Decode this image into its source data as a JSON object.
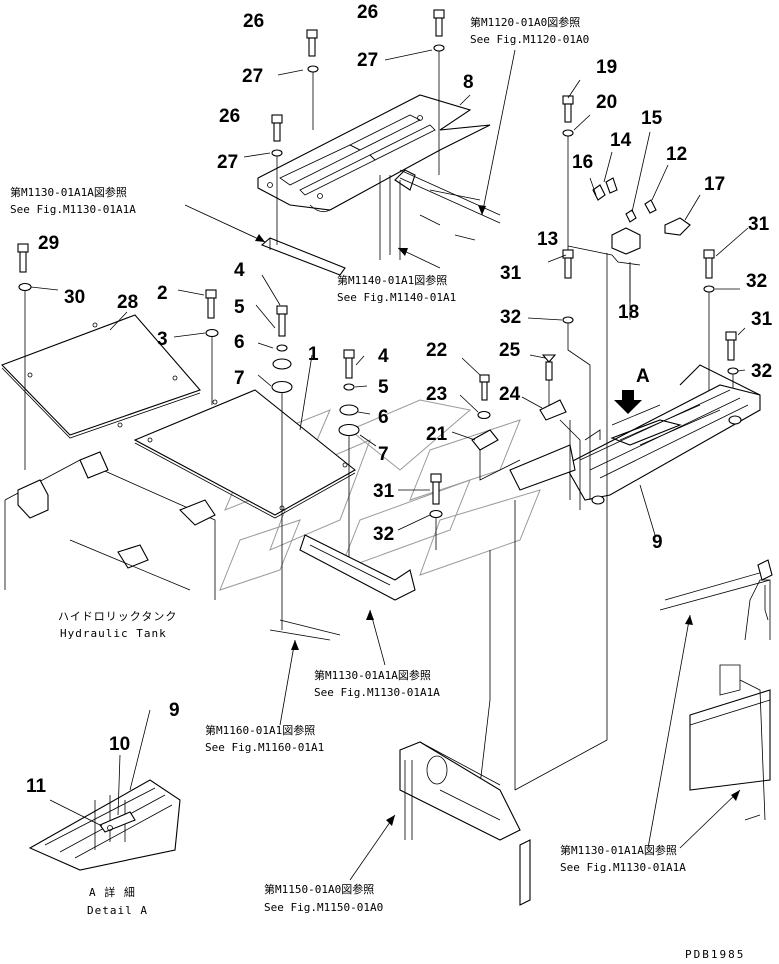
{
  "callouts": [
    {
      "id": "c26a",
      "text": "26"
    },
    {
      "id": "c27a",
      "text": "27"
    },
    {
      "id": "c26b",
      "text": "26"
    },
    {
      "id": "c27b",
      "text": "27"
    },
    {
      "id": "c8",
      "text": "8"
    },
    {
      "id": "c26c",
      "text": "26"
    },
    {
      "id": "c27c",
      "text": "27"
    },
    {
      "id": "c19",
      "text": "19"
    },
    {
      "id": "c20",
      "text": "20"
    },
    {
      "id": "c14",
      "text": "14"
    },
    {
      "id": "c15",
      "text": "15"
    },
    {
      "id": "c16",
      "text": "16"
    },
    {
      "id": "c12",
      "text": "12"
    },
    {
      "id": "c17",
      "text": "17"
    },
    {
      "id": "c13",
      "text": "13"
    },
    {
      "id": "c18",
      "text": "18"
    },
    {
      "id": "c31a",
      "text": "31"
    },
    {
      "id": "c32a",
      "text": "32"
    },
    {
      "id": "c31b",
      "text": "31"
    },
    {
      "id": "c32b",
      "text": "32"
    },
    {
      "id": "c31c",
      "text": "31"
    },
    {
      "id": "c32c",
      "text": "32"
    },
    {
      "id": "c29",
      "text": "29"
    },
    {
      "id": "c30",
      "text": "30"
    },
    {
      "id": "c28",
      "text": "28"
    },
    {
      "id": "c2",
      "text": "2"
    },
    {
      "id": "c3",
      "text": "3"
    },
    {
      "id": "c4a",
      "text": "4"
    },
    {
      "id": "c5a",
      "text": "5"
    },
    {
      "id": "c6a",
      "text": "6"
    },
    {
      "id": "c7a",
      "text": "7"
    },
    {
      "id": "c1",
      "text": "1"
    },
    {
      "id": "c4b",
      "text": "4"
    },
    {
      "id": "c5b",
      "text": "5"
    },
    {
      "id": "c6b",
      "text": "6"
    },
    {
      "id": "c7b",
      "text": "7"
    },
    {
      "id": "c22",
      "text": "22"
    },
    {
      "id": "c25",
      "text": "25"
    },
    {
      "id": "c23",
      "text": "23"
    },
    {
      "id": "c24",
      "text": "24"
    },
    {
      "id": "c21",
      "text": "21"
    },
    {
      "id": "c31d",
      "text": "31"
    },
    {
      "id": "c32d",
      "text": "32"
    },
    {
      "id": "cA",
      "text": "A"
    },
    {
      "id": "c9a",
      "text": "9"
    },
    {
      "id": "c9b",
      "text": "9"
    },
    {
      "id": "c10",
      "text": "10"
    },
    {
      "id": "c11",
      "text": "11"
    }
  ],
  "references": {
    "m1120_jp": "第M1120-01A0図参照",
    "m1120_en": "See Fig.M1120-01A0",
    "m1130_top_jp": "第M1130-01A1A図参照",
    "m1130_top_en": "See Fig.M1130-01A1A",
    "m1140_jp": "第M1140-01A1図参照",
    "m1140_en": "See Fig.M1140-01A1",
    "m1130_mid_jp": "第M1130-01A1A図参照",
    "m1130_mid_en": "See Fig.M1130-01A1A",
    "m1160_jp": "第M1160-01A1図参照",
    "m1160_en": "See Fig.M1160-01A1",
    "m1130_right_jp": "第M1130-01A1A図参照",
    "m1130_right_en": "See Fig.M1130-01A1A",
    "m1150_jp": "第M1150-01A0図参照",
    "m1150_en": "See Fig.M1150-01A0"
  },
  "captions": {
    "hydraulic_jp": "ハイドロリックタンク",
    "hydraulic_en": "Hydraulic Tank",
    "detail_jp": "A 詳 細",
    "detail_en": "Detail A"
  },
  "drawing_code": "PDB1985"
}
